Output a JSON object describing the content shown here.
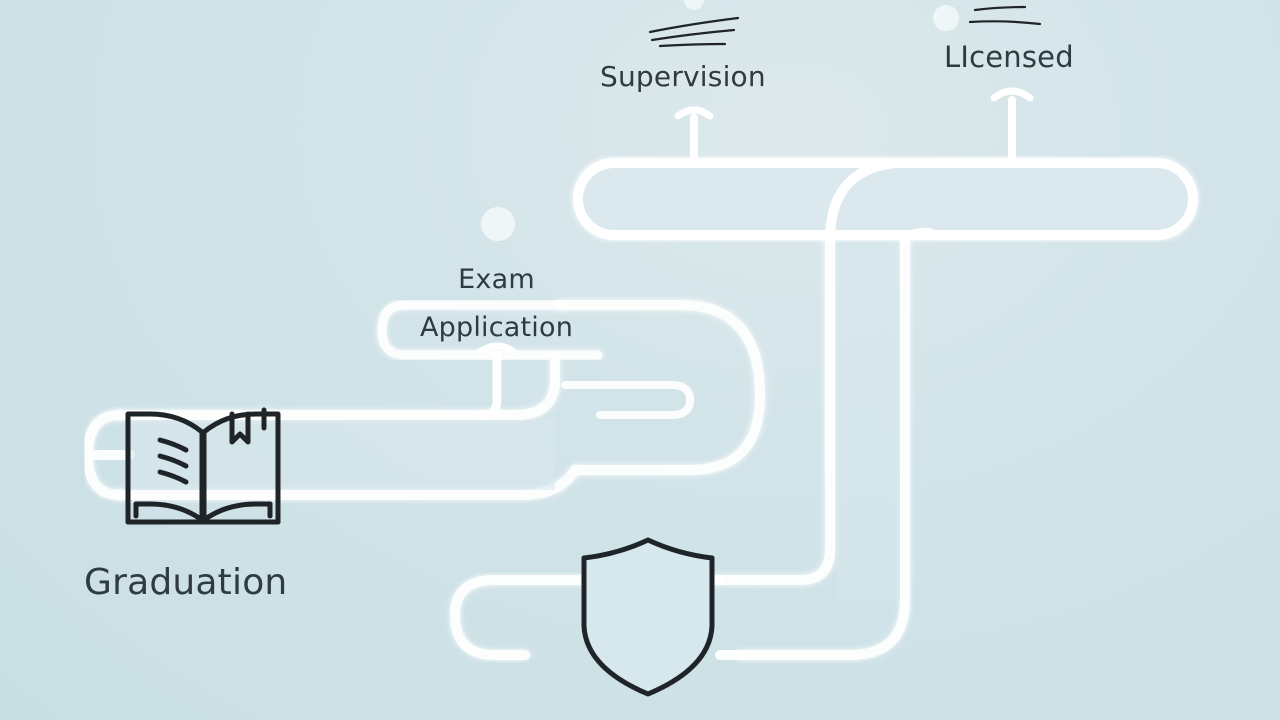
{
  "diagram": {
    "stages": [
      {
        "id": "graduation",
        "label": "Graduation",
        "icon": "book-icon"
      },
      {
        "id": "exam-application",
        "label_line1": "Exam",
        "label_line2": "Application"
      },
      {
        "id": "supervision",
        "label": "Supervision"
      },
      {
        "id": "licensed",
        "label": "LIcensed"
      }
    ],
    "end_icon": "shield-icon"
  },
  "colors": {
    "background": "#cfe2e7",
    "path_stroke": "#ffffff",
    "path_fill": "#dbe9ee",
    "text": "#2f3b41",
    "icon_stroke": "#1f2428"
  }
}
